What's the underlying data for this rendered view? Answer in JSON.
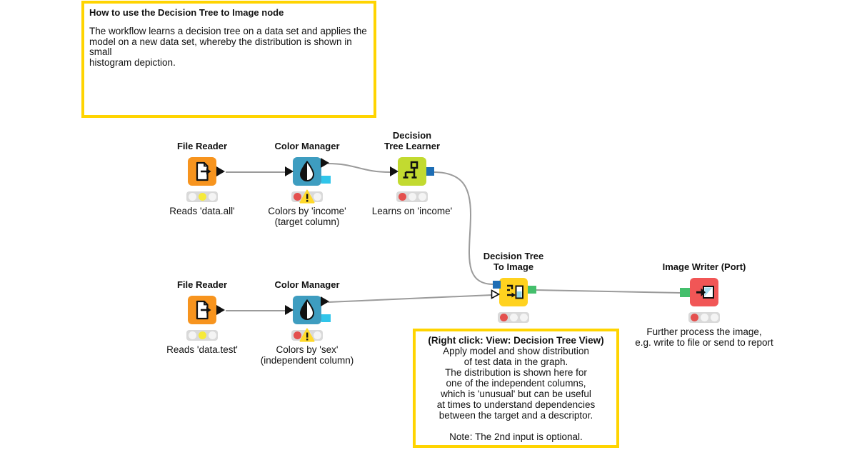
{
  "annotations": {
    "top": {
      "title": "How to use the Decision Tree to Image node",
      "body": "The workflow learns a decision tree on a data set and applies the\nmodel on a new data set, whereby the distribution is shown in small\nhistogram depiction."
    },
    "bottom": {
      "title": "(Right click: View: Decision Tree View)",
      "body": "Apply model and show distribution\nof test data in the graph.\nThe distribution is shown here for\none of the independent columns,\nwhich is 'unusual' but can be useful\nat times to understand dependencies\nbetween the target and a descriptor.\n\nNote: The 2nd input is optional."
    }
  },
  "nodes": [
    {
      "id": "file-reader-1",
      "label": "File Reader",
      "caption": "Reads 'data.all'",
      "color": "#F7941E",
      "lights": [
        "off",
        "yellow",
        "off"
      ],
      "warning": false
    },
    {
      "id": "color-manager-1",
      "label": "Color Manager",
      "caption": "Colors by 'income'\n(target column)",
      "color": "#3E9DC0",
      "lights": [
        "red",
        "off",
        "off"
      ],
      "warning": true
    },
    {
      "id": "decision-tree-learner",
      "label": "Decision\nTree Learner",
      "caption": "Learns on 'income'",
      "color": "#C2DA30",
      "lights": [
        "red",
        "off",
        "off"
      ],
      "warning": false
    },
    {
      "id": "decision-tree-to-image",
      "label": "Decision Tree\nTo Image",
      "caption": "",
      "color": "#FFD21F",
      "lights": [
        "red",
        "off",
        "off"
      ],
      "warning": false
    },
    {
      "id": "image-writer-port",
      "label": "Image Writer (Port)",
      "caption": "Further process the image,\ne.g. write to file or send to report",
      "color": "#F15656",
      "lights": [
        "red",
        "off",
        "off"
      ],
      "warning": false
    },
    {
      "id": "file-reader-2",
      "label": "File Reader",
      "caption": "Reads 'data.test'",
      "color": "#F7941E",
      "lights": [
        "off",
        "yellow",
        "off"
      ],
      "warning": false
    },
    {
      "id": "color-manager-2",
      "label": "Color Manager",
      "caption": "Colors by 'sex'\n(independent column)",
      "color": "#3E9DC0",
      "lights": [
        "red",
        "off",
        "off"
      ],
      "warning": true
    }
  ],
  "colors": {
    "annotation_border": "#FFD400",
    "wire": "#9B9B9B",
    "port_blue": "#1D6DB4",
    "port_cyan": "#30C5EA",
    "port_green": "#44BF6C",
    "light_bg": "#D9D9D9",
    "light_off": "#F4F4F4",
    "light_red": "#E4504E",
    "light_yellow": "#F6EA3A",
    "warning_yellow": "#FFD92B"
  }
}
